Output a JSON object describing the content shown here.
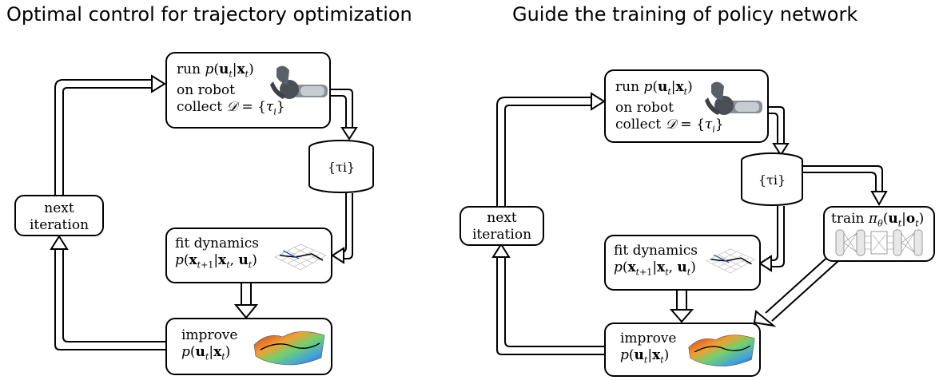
{
  "panels": [
    {
      "title": "Optimal control for trajectory optimization",
      "run_box": {
        "line1_prefix": "run",
        "line1_math": "p(u_t|x_t)",
        "line2": "on robot",
        "line3_prefix": "collect",
        "line3_math": "D = {τ_i}"
      },
      "cylinder_label": "{τi}",
      "next_box": {
        "line1": "next",
        "line2": "iteration"
      },
      "fit_box": {
        "line1": "fit dynamics",
        "line2_math": "p(x_{t+1}|x_t, u_t)"
      },
      "improve_box": {
        "line1": "improve",
        "line2_math": "p(u_t|x_t)"
      }
    },
    {
      "title": "Guide the training of policy network",
      "run_box": {
        "line1_prefix": "run",
        "line1_math": "p(u_t|x_t)",
        "line2": "on robot",
        "line3_prefix": "collect",
        "line3_math": "D = {τ_i}"
      },
      "cylinder_label": "{τi}",
      "next_box": {
        "line1": "next",
        "line2": "iteration"
      },
      "fit_box": {
        "line1": "fit dynamics",
        "line2_math": "p(x_{t+1}|x_t, u_t)"
      },
      "improve_box": {
        "line1": "improve",
        "line2_math": "p(u_t|x_t)"
      },
      "train_box": {
        "line1_prefix": "train",
        "line1_math": "π_θ(u_t|o_t)"
      }
    }
  ],
  "icons": [
    "robot-arm-icon",
    "dynamics-plot-icon",
    "cost-surface-icon",
    "neural-network-icon"
  ]
}
